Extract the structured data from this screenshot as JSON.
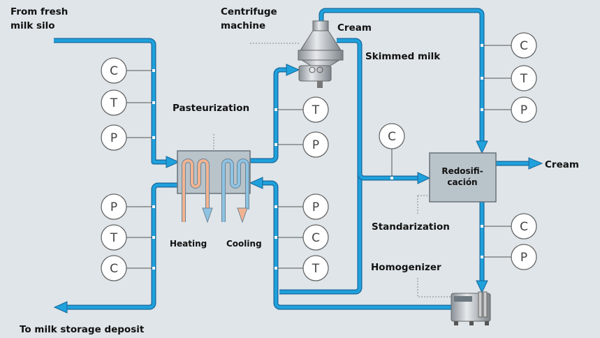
{
  "labels": {
    "source": [
      "From fresh",
      "milk silo"
    ],
    "centrifuge": [
      "Centrifuge",
      "machine"
    ],
    "cream_top": "Cream",
    "skimmed_milk": "Skimmed milk",
    "pasteurization": "Pasteurization",
    "heating": "Heating",
    "cooling": "Cooling",
    "redosification": [
      "Redosifi-",
      "cación"
    ],
    "cream_out": "Cream",
    "standarization": "Standarization",
    "homogenizer": "Homogenizer",
    "destination": "To milk storage deposit"
  },
  "sensors": {
    "inlet": [
      "C",
      "T",
      "P"
    ],
    "pasteurizer_outlet": [
      "P",
      "T",
      "C"
    ],
    "to_centrifuge": [
      "T",
      "P"
    ],
    "return_line": [
      "P",
      "C",
      "T"
    ],
    "cream_line": [
      "C",
      "T",
      "P"
    ],
    "skimmed_line": [
      "C"
    ],
    "to_homogenizer": [
      "C",
      "P"
    ]
  },
  "colors": {
    "pipe": "#1fa1dc",
    "heating": "#f2b391",
    "cooling": "#8ec3e3",
    "equipment_box": "#b9c3ca",
    "background": "#dfe5e9"
  }
}
